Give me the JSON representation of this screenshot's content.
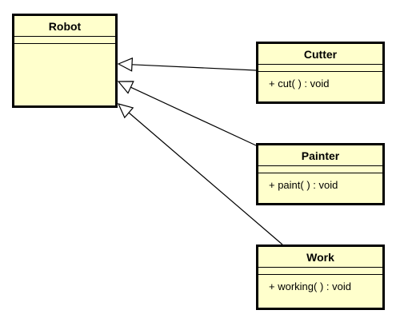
{
  "diagram": {
    "classes": [
      {
        "id": "robot",
        "name": "Robot",
        "operations": []
      },
      {
        "id": "cutter",
        "name": "Cutter",
        "operations": [
          "+ cut( ) : void"
        ]
      },
      {
        "id": "painter",
        "name": "Painter",
        "operations": [
          "+ paint( ) : void"
        ]
      },
      {
        "id": "work",
        "name": "Work",
        "operations": [
          "+ working( ) : void"
        ]
      }
    ],
    "relationships": [
      {
        "type": "generalization",
        "from": "Cutter",
        "to": "Robot"
      },
      {
        "type": "generalization",
        "from": "Painter",
        "to": "Robot"
      },
      {
        "type": "generalization",
        "from": "Work",
        "to": "Robot"
      }
    ],
    "colors": {
      "class_fill": "#ffffcc",
      "border": "#000000",
      "line": "#000000",
      "arrowhead_fill": "#ffffff"
    }
  }
}
